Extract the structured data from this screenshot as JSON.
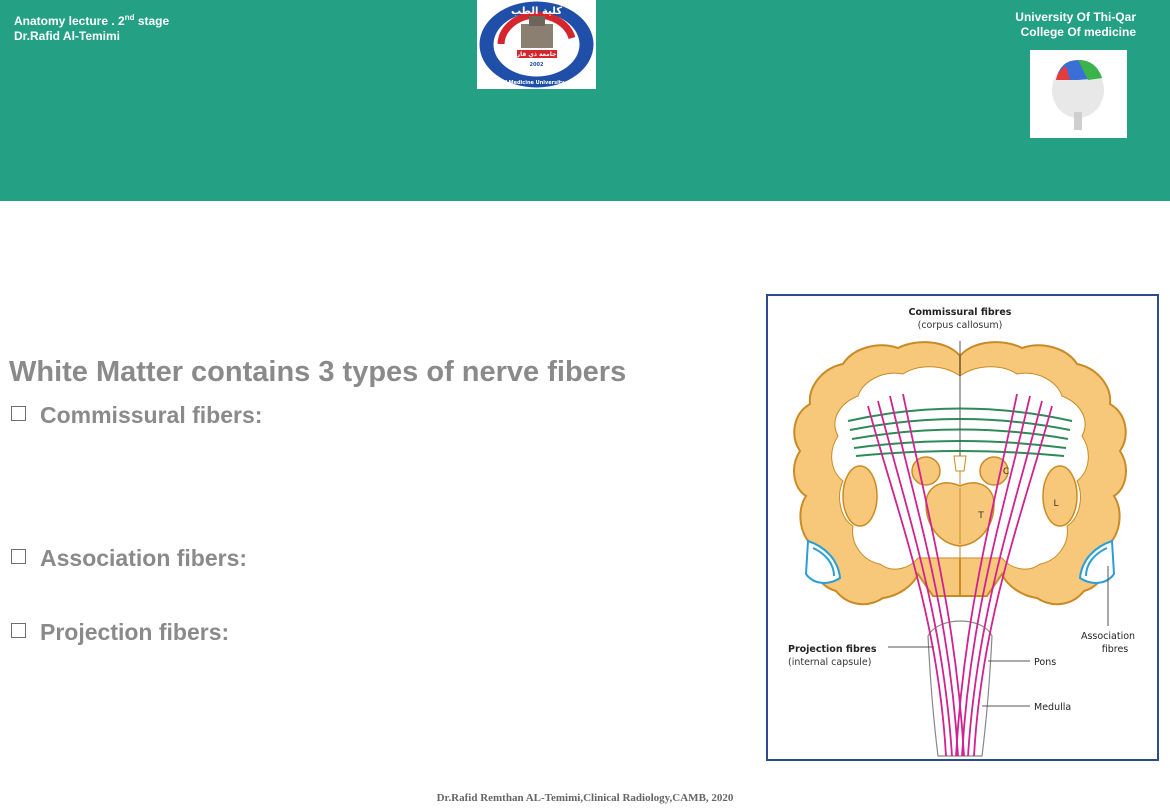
{
  "header": {
    "left_line1_prefix": "Anatomy lecture . 2",
    "left_line1_sup": "nd",
    "left_line1_suffix": " stage",
    "left_line2": "Dr.Rafid Al-Temimi",
    "right_line1": "University Of Thi-Qar",
    "right_line2": "College Of  medicine"
  },
  "logo": {
    "ring_text": "College of Medicine University of Thi-Qar",
    "arabic_top": "كلية الطب",
    "arabic_mid": "جامعة ذي قار",
    "year": "2002"
  },
  "content": {
    "heading": "White Matter contains 3 types of nerve fibers",
    "bullets": [
      "Commissural fibers:",
      "Association fibers:",
      "Projection fibers:"
    ]
  },
  "figure": {
    "commissural_title": "Commissural fibres",
    "commissural_sub": "(corpus callosum)",
    "projection_title": "Projection fibres",
    "projection_sub": "(internal capsule)",
    "association_line1": "Association",
    "association_line2": "fibres",
    "pons": "Pons",
    "medulla": "Medulla",
    "label_c": "C",
    "label_t": "T",
    "label_l": "L"
  },
  "footer": "Dr.Rafid Remthan AL-Temimi,Clinical Radiology,CAMB, 2020",
  "colors": {
    "header": "#24a185",
    "figure_border": "#2c4a8c",
    "brain_fill": "#f7c77a",
    "brain_stroke": "#c98b25",
    "commissural": "#2e8b57",
    "projection": "#d0238f",
    "association": "#2a9fd6"
  }
}
